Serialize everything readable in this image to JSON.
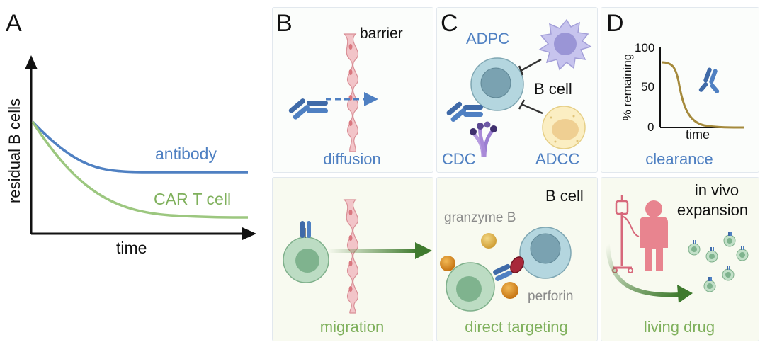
{
  "panel_a": {
    "letter": "A",
    "y_axis_label": "residual B cells",
    "x_axis_label": "time",
    "curve_antibody_label": "antibody",
    "curve_car_label": "CAR T cell"
  },
  "panel_b": {
    "letter": "B",
    "barrier_label": "barrier",
    "top_caption": "diffusion",
    "bottom_caption": "migration"
  },
  "panel_c": {
    "letter": "C",
    "adpc_label": "ADPC",
    "bcell_label": "B cell",
    "cdc_label": "CDC",
    "adcc_label": "ADCC",
    "top_caption": "direct targeting",
    "bcell_label_bottom": "B cell",
    "granzyme_label": "granzyme B",
    "perforin_label": "perforin"
  },
  "panel_d": {
    "letter": "D",
    "y_axis_label": "% remaining",
    "x_axis_label": "time",
    "tick_100": "100",
    "tick_50": "50",
    "tick_0": "0",
    "top_caption": "clearance",
    "expansion_line1": "in vivo",
    "expansion_line2": "expansion",
    "bottom_caption": "living drug"
  },
  "colors": {
    "antibody_blue": "#4f80c2",
    "car_green": "#9cc77f",
    "arrow_green": "#3f7a2e",
    "clearance_curve": "#a58a3c"
  }
}
